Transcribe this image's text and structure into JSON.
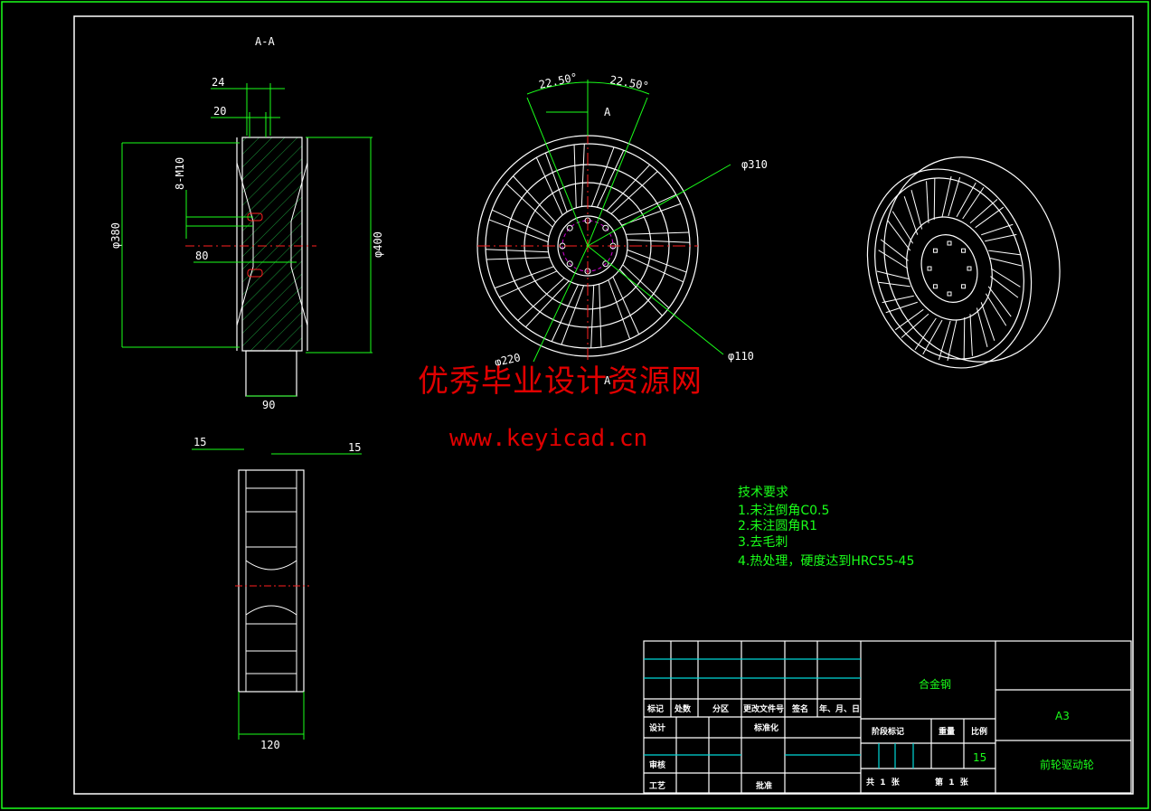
{
  "section_label": "A-A",
  "view_arrow_label": "A",
  "view_arrow_label_bottom": "A",
  "section_dims": {
    "d24": "24",
    "d20": "20",
    "thread": "8-M10",
    "d380": "φ380",
    "d80": "80",
    "d400": "φ400",
    "d90": "90"
  },
  "front_dims": {
    "angle_left": "22.50°",
    "angle_right": "22.50°",
    "d310": "φ310",
    "d220": "φ220",
    "d110": "φ110"
  },
  "side_dims": {
    "d15_left": "15",
    "d15_right": "15",
    "d120": "120"
  },
  "watermark": {
    "cn": "优秀毕业设计资源网",
    "url": "www.keyicad.cn"
  },
  "tech_req": {
    "title": "技术要求",
    "items": [
      "1.未注倒角C0.5",
      "2.未注圆角R1",
      "3.去毛刺",
      "4.热处理，硬度达到HRC55-45"
    ]
  },
  "title_block": {
    "material": "合金钢",
    "sheet_size": "A3",
    "part_name": "前轮驱动轮",
    "scale": "15",
    "headers": [
      "标记",
      "处数",
      "分区",
      "更改文件号",
      "签名",
      "年、月、日"
    ],
    "design": "设计",
    "standardize": "标准化",
    "review": "审核",
    "process": "工艺",
    "approve": "批准",
    "stage_mark": "阶段标记",
    "weight": "重量",
    "ratio": "比例",
    "total_sheets": "共  1  张",
    "sheet_no": "第  1  张"
  },
  "colors": {
    "frame": "#1aff1a",
    "cyan": "#00d8d8",
    "red": "#ff2020",
    "magenta": "#d000d0",
    "white": "#ffffff"
  }
}
